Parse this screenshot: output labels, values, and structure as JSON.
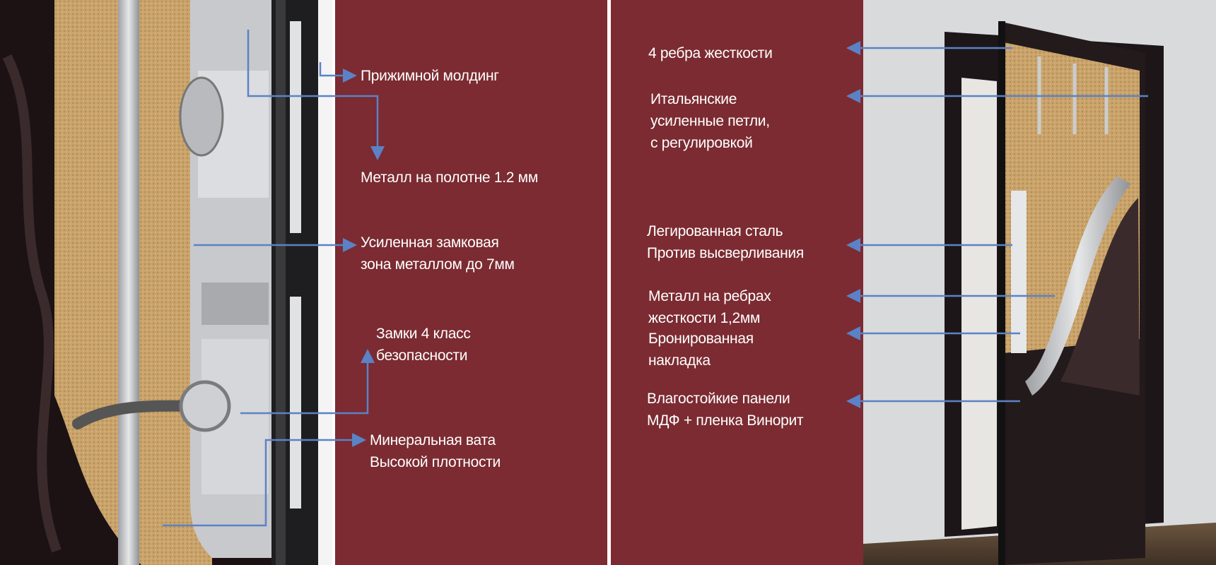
{
  "colors": {
    "panel": "#7b2b31",
    "arrow": "#5b82c6",
    "text": "#ffffff"
  },
  "left_labels": [
    {
      "lines": [
        "Прижимной молдинг"
      ]
    },
    {
      "lines": [
        "Металл на полотне 1.2 мм"
      ]
    },
    {
      "lines": [
        "Усиленная замковая",
        "зона металлом до 7мм"
      ]
    },
    {
      "lines": [
        "Замки 4 класс",
        "безопасности"
      ]
    },
    {
      "lines": [
        "Минеральная вата",
        "Высокой плотности"
      ]
    }
  ],
  "right_labels": [
    {
      "lines": [
        "4 ребра жесткости"
      ]
    },
    {
      "lines": [
        "Итальянские",
        "усиленные петли,",
        "с регулировкой"
      ]
    },
    {
      "lines": [
        "Легированная сталь",
        "Против высверливания"
      ]
    },
    {
      "lines": [
        "Металл на ребрах",
        "жесткости 1,2мм"
      ]
    },
    {
      "lines": [
        "Бронированная",
        "накладка"
      ]
    },
    {
      "lines": [
        "Влагостойкие панели",
        "МДФ + пленка Винорит"
      ]
    }
  ]
}
